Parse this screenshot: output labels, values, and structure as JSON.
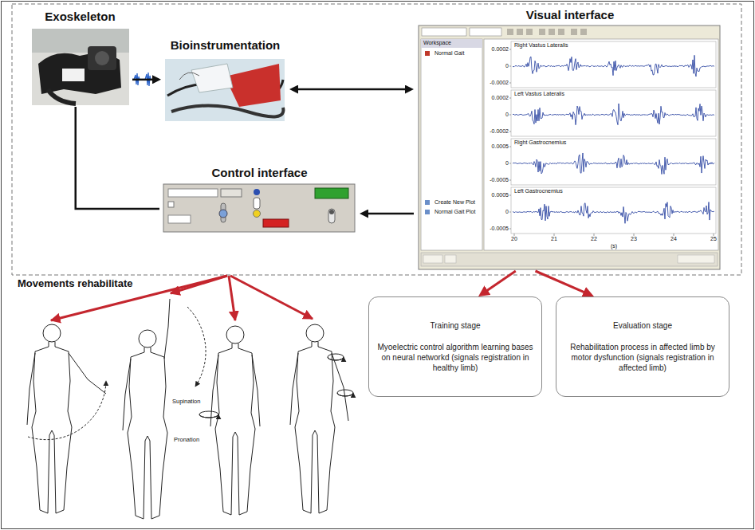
{
  "diagram": {
    "nodes": [
      {
        "text": [
          "Exoskeleton"
        ]
      },
      {
        "text": [
          "Bioinstrumentation"
        ]
      },
      {
        "text": [
          "Visual interface"
        ]
      },
      {
        "text": [
          "Control interface"
        ]
      },
      {
        "text": [
          "Training stage",
          "Myoelectric control algorithm learning bases on neural networkd (signals registration in healthy limb)"
        ]
      },
      {
        "text": [
          "Evaluation stage",
          "Rehabilitation process in affected limb by motor dysfunction (signals registration in affected limb)"
        ]
      }
    ],
    "edges": [
      {
        "from": 0,
        "to": 1,
        "arrow": "to"
      },
      {
        "from": 1,
        "to": 2,
        "arrow": "both"
      },
      {
        "from": 2,
        "to": 3,
        "arrow": "to"
      },
      {
        "from": 0,
        "to": 3,
        "arrow": "none"
      },
      {
        "from": 2,
        "to": 4,
        "arrow": "to"
      },
      {
        "from": 2,
        "to": 5,
        "arrow": "to"
      }
    ],
    "labels": [
      "Movements rehabilitate",
      "Workspace",
      "Normal Gait",
      "Create New Plot",
      "Normal Gait Plot",
      "Right Vastus Lateralis",
      "Left Vastus Lateralis",
      "Right Gastrocnemius",
      "Left Gastrocnemius",
      "0.0002",
      "0",
      "-0.0002",
      "0.0002",
      "0",
      "-0.0002",
      "0.0005",
      "0",
      "-0.0005",
      "0.0005",
      "0",
      "-0.0005",
      "20",
      "21",
      "22",
      "23",
      "24",
      "25",
      "(s)",
      "Supination",
      "Pronation"
    ]
  }
}
